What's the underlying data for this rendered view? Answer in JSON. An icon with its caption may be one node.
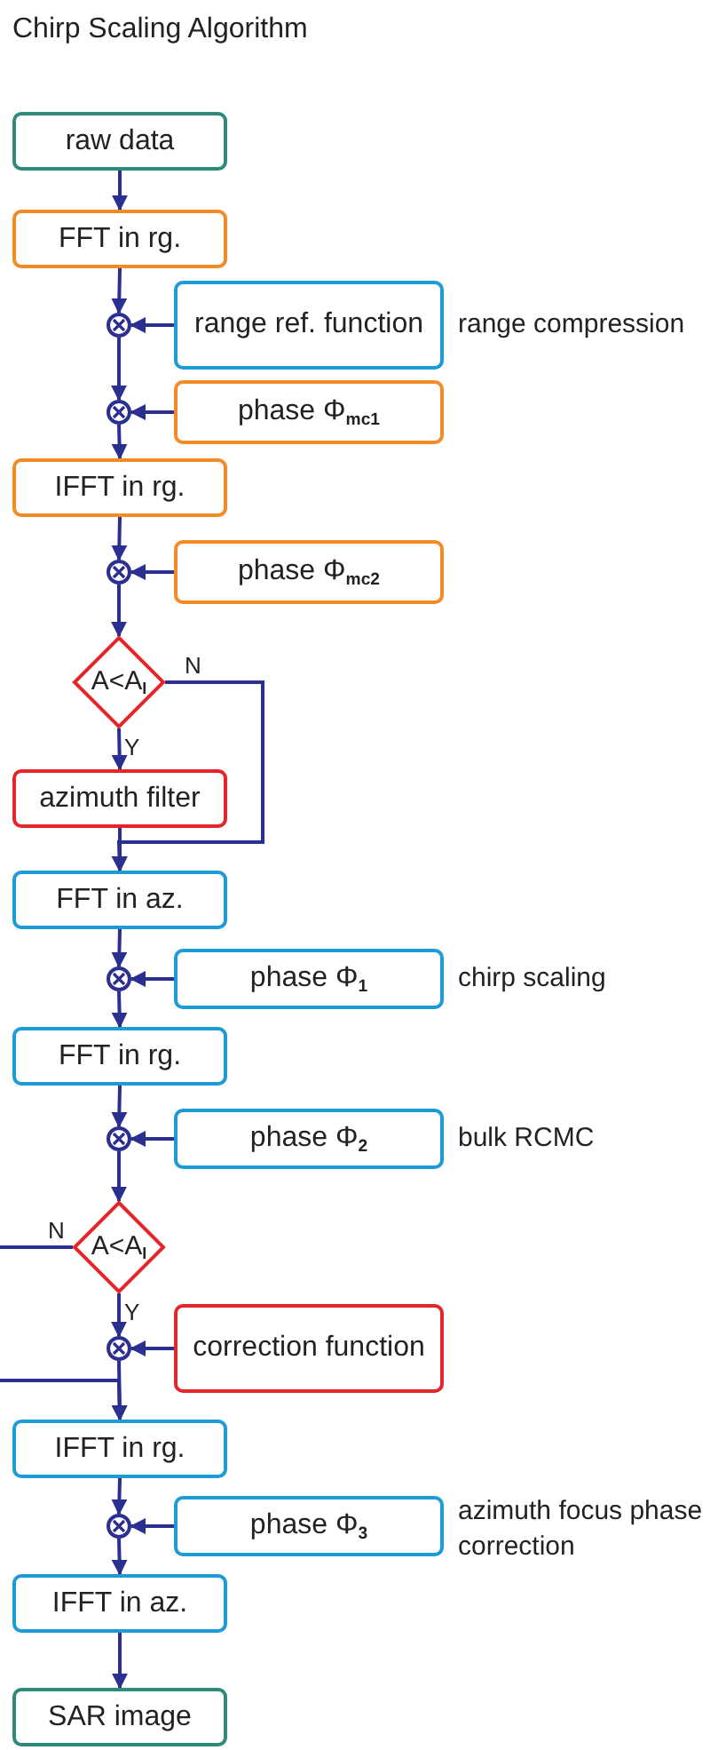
{
  "diagram": {
    "title": "Chirp Scaling Algorithm",
    "nodes": [
      {
        "text": [
          "raw data"
        ]
      },
      {
        "text": [
          "FFT in rg."
        ]
      },
      {
        "text": [],
        "shape": "circle"
      },
      {
        "text": [
          "range ref. function"
        ],
        "beside": [
          "range compression"
        ]
      },
      {
        "text": [],
        "shape": "circle"
      },
      {
        "text": [
          "phase Φ$_{mc1}$"
        ]
      },
      {
        "text": [
          "IFFT in rg."
        ]
      },
      {
        "text": [],
        "shape": "circle"
      },
      {
        "text": [
          "phase Φ$_{mc2}$"
        ]
      },
      {
        "text": [
          "A<A$_{l}$"
        ]
      },
      {
        "text": [
          "azimuth filter"
        ]
      },
      {
        "text": [
          "FFT in az."
        ]
      },
      {
        "text": [],
        "shape": "circle"
      },
      {
        "text": [
          "phase Φ$_{1}$"
        ],
        "beside": [
          "chirp scaling"
        ]
      },
      {
        "text": [
          "FFT in rg."
        ]
      },
      {
        "text": [],
        "shape": "circle"
      },
      {
        "text": [
          "phase Φ$_{2}$"
        ],
        "beside": [
          "bulk RCMC"
        ]
      },
      {
        "text": [
          "A<A$_{l}$"
        ]
      },
      {
        "text": [],
        "shape": "circle"
      },
      {
        "text": [
          "correction function"
        ]
      },
      {
        "text": [
          "IFFT in rg."
        ]
      },
      {
        "text": [],
        "shape": "circle"
      },
      {
        "text": [
          "phase Φ$_{3}$"
        ],
        "beside": [
          "azimuth focus phase correction"
        ]
      },
      {
        "text": [
          "IFFT in az."
        ]
      },
      {
        "text": [
          "SAR image"
        ]
      }
    ],
    "edges": [
      {
        "from": 0,
        "to": 1,
        "arrow": "to"
      },
      {
        "from": 1,
        "to": 2,
        "arrow": "to"
      },
      {
        "from": 3,
        "to": 2,
        "arrow": "to"
      },
      {
        "from": 2,
        "to": 4,
        "arrow": "to"
      },
      {
        "from": 5,
        "to": 4,
        "arrow": "to"
      },
      {
        "from": 4,
        "to": 6,
        "arrow": "to"
      },
      {
        "from": 6,
        "to": 7,
        "arrow": "to"
      },
      {
        "from": 8,
        "to": 7,
        "arrow": "to"
      },
      {
        "from": 7,
        "to": 9,
        "arrow": "to"
      },
      {
        "from": 9,
        "to": 10,
        "label": "Y",
        "arrow": "to"
      },
      {
        "from": 9,
        "to": 11,
        "label": "N",
        "arrow": "to"
      },
      {
        "from": 10,
        "to": 11,
        "arrow": "to"
      },
      {
        "from": 11,
        "to": 12,
        "arrow": "to"
      },
      {
        "from": 13,
        "to": 12,
        "arrow": "to"
      },
      {
        "from": 12,
        "to": 14,
        "arrow": "to"
      },
      {
        "from": 14,
        "to": 15,
        "arrow": "to"
      },
      {
        "from": 16,
        "to": 15,
        "arrow": "to"
      },
      {
        "from": 15,
        "to": 17,
        "arrow": "to"
      },
      {
        "from": 17,
        "to": 18,
        "label": "Y",
        "arrow": "to"
      },
      {
        "from": 17,
        "to": null,
        "label": "N",
        "arrow": "none"
      },
      {
        "from": 19,
        "to": 18,
        "arrow": "to"
      },
      {
        "from": 18,
        "to": 20,
        "arrow": "to"
      },
      {
        "from": null,
        "to": 20,
        "arrow": "to"
      },
      {
        "from": 20,
        "to": 21,
        "arrow": "to"
      },
      {
        "from": 22,
        "to": 21,
        "arrow": "to"
      },
      {
        "from": 21,
        "to": 23,
        "arrow": "to"
      },
      {
        "from": 23,
        "to": 24,
        "arrow": "to"
      }
    ]
  }
}
